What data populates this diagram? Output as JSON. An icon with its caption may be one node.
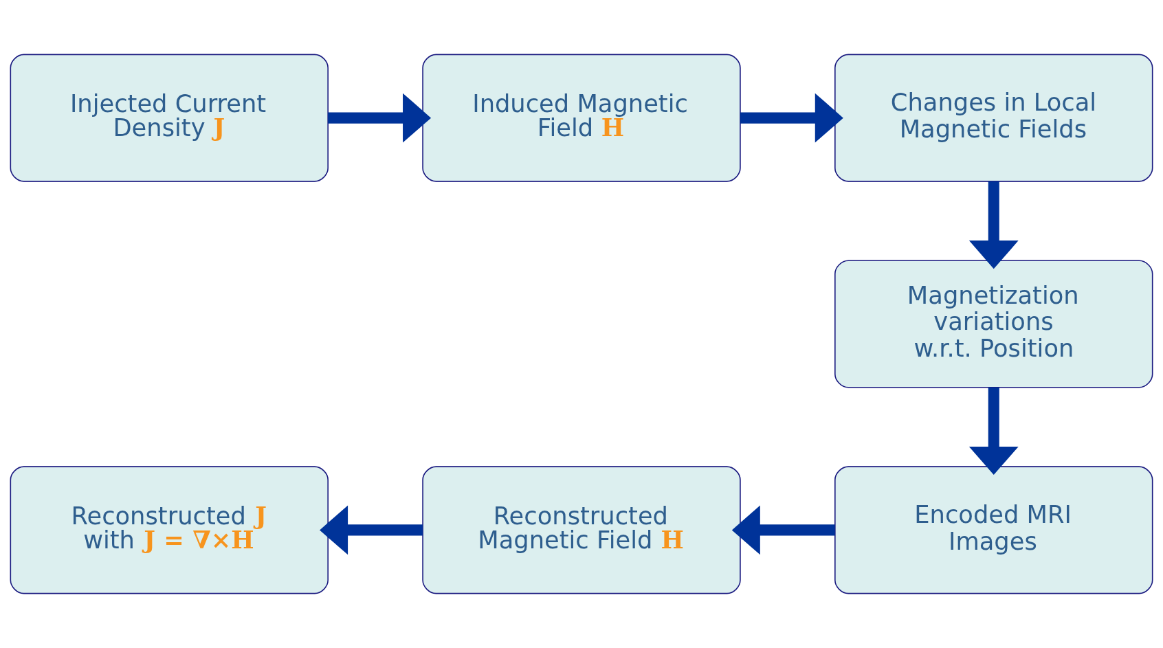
{
  "diagram": {
    "nodes": [
      {
        "text": [
          "Injected Current Density **J**"
        ]
      },
      {
        "text": [
          "Induced Magnetic Field **H**"
        ]
      },
      {
        "text": [
          "Changes in Local Magnetic Fields"
        ]
      },
      {
        "text": [
          "Magnetization variations w.r.t. Position"
        ]
      },
      {
        "text": [
          "Encoded MRI Images"
        ]
      },
      {
        "text": [
          "Reconstructed Magnetic Field **H**"
        ]
      },
      {
        "text": [
          "Reconstructed **J** with **J = ∇×H**"
        ]
      }
    ],
    "edges": [
      {
        "from": 0,
        "to": 1,
        "arrow": "to"
      },
      {
        "from": 1,
        "to": 2,
        "arrow": "to"
      },
      {
        "from": 2,
        "to": 3,
        "arrow": "to"
      },
      {
        "from": 3,
        "to": 4,
        "arrow": "to"
      },
      {
        "from": 4,
        "to": 5,
        "arrow": "to"
      },
      {
        "from": 5,
        "to": 6,
        "arrow": "to"
      }
    ]
  }
}
